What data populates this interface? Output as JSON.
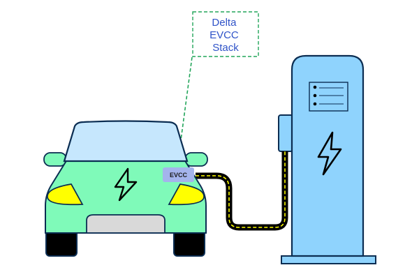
{
  "callout": {
    "lines": [
      "Delta",
      "EVCC",
      "Stack"
    ],
    "text_color": "#2f53c8",
    "border_color": "#22a55a"
  },
  "evcc_module": {
    "label": "EVCC",
    "fill": "#a4b4ec"
  },
  "colors": {
    "car_body": "#7ffab9",
    "windshield": "#c6e7fd",
    "headlight": "#ffff00",
    "grille": "#d9d9d9",
    "tire": "#000000",
    "outline": "#0b2d52",
    "charger_body": "#8fd3fd",
    "cable": "#000000",
    "cable_dash": "#ffff00"
  },
  "icons": {
    "car": "lightning-bolt",
    "charger": "lightning-bolt",
    "charger_screen": "list-lines"
  }
}
